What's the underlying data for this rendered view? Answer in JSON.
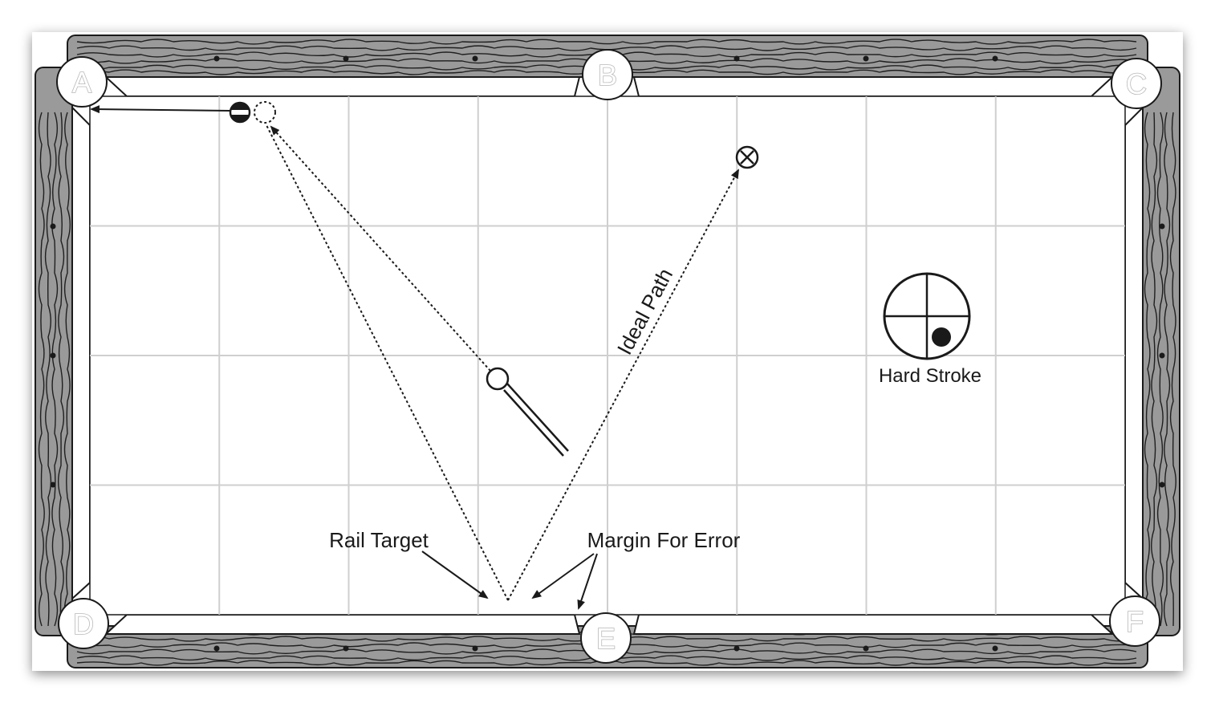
{
  "pockets": [
    {
      "id": "A",
      "label": "A"
    },
    {
      "id": "B",
      "label": "B"
    },
    {
      "id": "C",
      "label": "C"
    },
    {
      "id": "D",
      "label": "D"
    },
    {
      "id": "E",
      "label": "E"
    },
    {
      "id": "F",
      "label": "F"
    }
  ],
  "annotations": {
    "ideal_path": "Ideal Path",
    "hard_stroke": "Hard Stroke",
    "rail_target": "Rail Target",
    "margin_for_error": "Margin For Error"
  },
  "colors": {
    "rail": "#9a9a9a",
    "rail_grain": "#1f1f1f",
    "cloth": "#ffffff",
    "grid": "#cfcfcf",
    "ink": "#1a1a1a"
  },
  "icons": {
    "object_ball": "striped-ball-icon",
    "ghost_ball": "ghost-ball-icon",
    "cue_ball": "cue-ball-icon",
    "cue_stick": "cue-stick-icon",
    "target": "x-target-icon",
    "tip_diagram": "cue-tip-diagram-icon"
  }
}
